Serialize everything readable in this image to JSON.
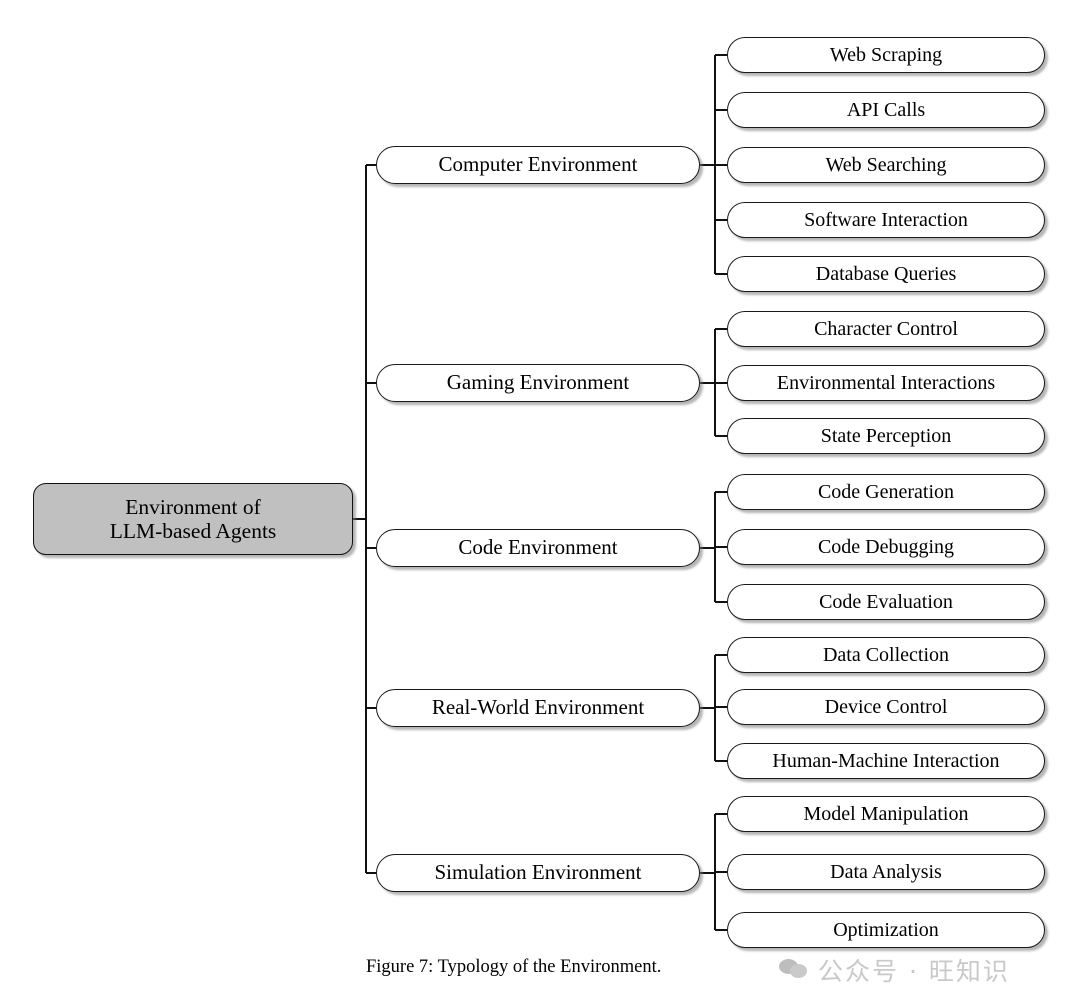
{
  "figure": {
    "caption": "Figure 7: Typology of the Environment.",
    "root": {
      "line1": "Environment of",
      "line2": "LLM-based Agents",
      "fill_color": "#c0c0c0"
    },
    "branches": [
      {
        "label": "Computer Environment",
        "leaves": [
          "Web Scraping",
          "API Calls",
          "Web Searching",
          "Software Interaction",
          "Database Queries"
        ]
      },
      {
        "label": "Gaming Environment",
        "leaves": [
          "Character Control",
          "Environmental Interactions",
          "State Perception"
        ]
      },
      {
        "label": "Code Environment",
        "leaves": [
          "Code Generation",
          "Code Debugging",
          "Code Evaluation"
        ]
      },
      {
        "label": "Real-World Environment",
        "leaves": [
          "Data Collection",
          "Device Control",
          "Human-Machine Interaction"
        ]
      },
      {
        "label": "Simulation Environment",
        "leaves": [
          "Model Manipulation",
          "Data Analysis",
          "Optimization"
        ]
      }
    ]
  },
  "watermark": {
    "text": "公众号 · 旺知识",
    "color": "#c9c9c9"
  }
}
